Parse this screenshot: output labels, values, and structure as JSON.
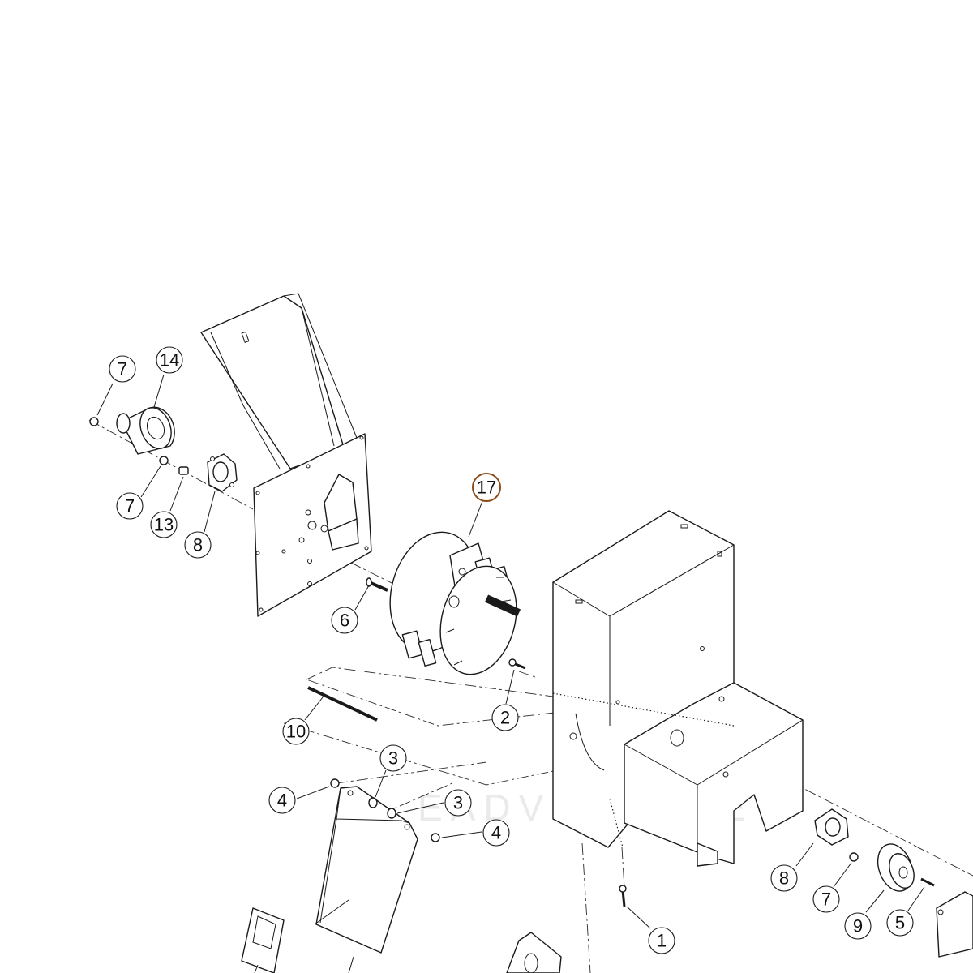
{
  "watermark": "EADVENTURE",
  "highlight_color": "#e8a56f",
  "callouts": [
    {
      "id": "c7a",
      "label": "7",
      "highlight": false
    },
    {
      "id": "c14",
      "label": "14",
      "highlight": false
    },
    {
      "id": "c7b",
      "label": "7",
      "highlight": false
    },
    {
      "id": "c13",
      "label": "13",
      "highlight": false
    },
    {
      "id": "c8a",
      "label": "8",
      "highlight": false
    },
    {
      "id": "c17",
      "label": "17",
      "highlight": true
    },
    {
      "id": "c6",
      "label": "6",
      "highlight": false
    },
    {
      "id": "c2",
      "label": "2",
      "highlight": false
    },
    {
      "id": "c10",
      "label": "10",
      "highlight": false
    },
    {
      "id": "c3a",
      "label": "3",
      "highlight": false
    },
    {
      "id": "c3b",
      "label": "3",
      "highlight": false
    },
    {
      "id": "c4a",
      "label": "4",
      "highlight": false
    },
    {
      "id": "c4b",
      "label": "4",
      "highlight": false
    },
    {
      "id": "c8b",
      "label": "8",
      "highlight": false
    },
    {
      "id": "c7c",
      "label": "7",
      "highlight": false
    },
    {
      "id": "c9",
      "label": "9",
      "highlight": false
    },
    {
      "id": "c5",
      "label": "5",
      "highlight": false
    },
    {
      "id": "c1",
      "label": "1",
      "highlight": false
    }
  ]
}
